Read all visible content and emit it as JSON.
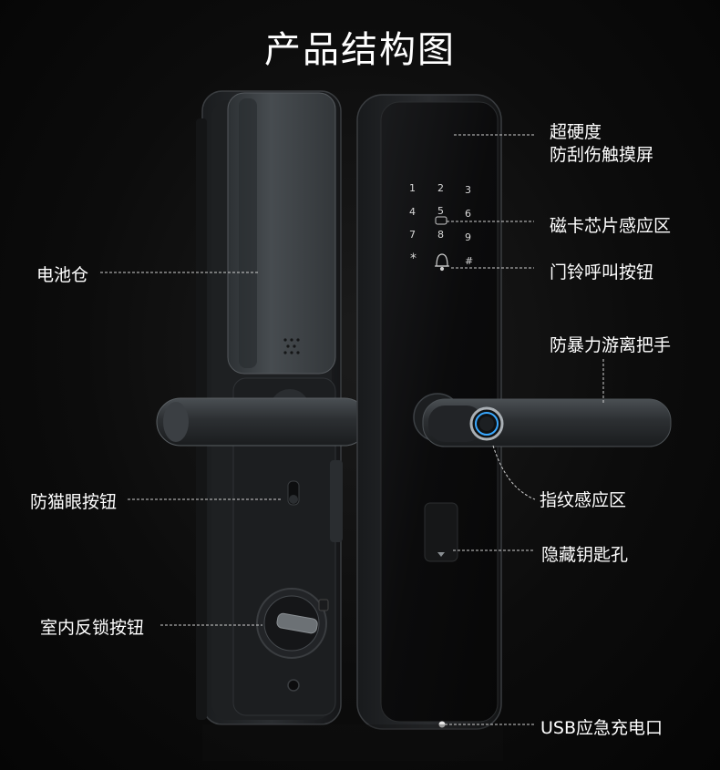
{
  "title": "产品结构图",
  "labels": {
    "screen": [
      "超硬度",
      "防刮伤触摸屏"
    ],
    "card_sensor": "磁卡芯片感应区",
    "doorbell": "门铃呼叫按钮",
    "battery": "电池仓",
    "handle": "防暴力游离把手",
    "peephole": "防猫眼按钮",
    "fingerprint": "指纹感应区",
    "key_hole": "隐藏钥匙孔",
    "lock_button": "室内反锁按钮",
    "usb": "USB应急充电口"
  },
  "keypad": {
    "keys": [
      "1",
      "2",
      "3",
      "4",
      "5",
      "6",
      "7",
      "8",
      "9",
      "*",
      "#"
    ]
  },
  "colors": {
    "background": "#0c0c0c",
    "panel": "#0b0b0b",
    "battery_cover": "#3d4246",
    "handle": "#2e3134",
    "fingerprint_ring": "#39a8ff",
    "text": "#ffffff"
  }
}
